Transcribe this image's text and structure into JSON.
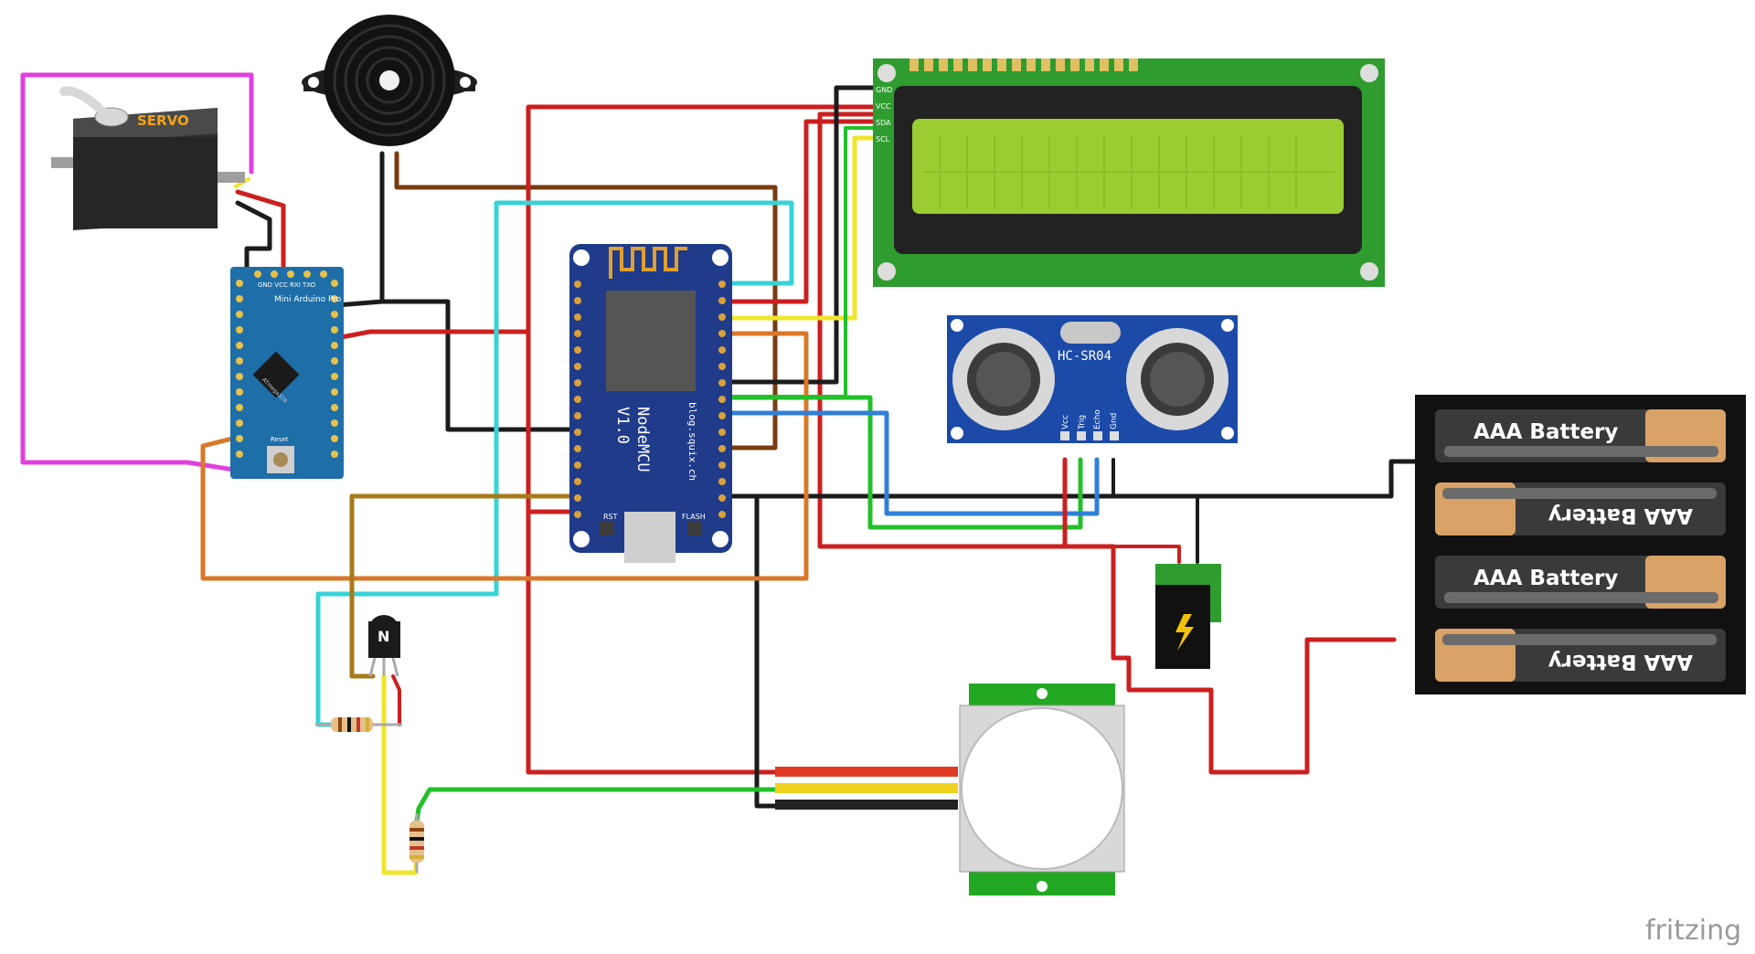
{
  "components": {
    "servo": {
      "label": "SERVO"
    },
    "arduino": {
      "pins_top": "GND VCC RXI TXO",
      "label": "Mini\nArduino Pro",
      "chip": "ATmega328",
      "reset": "Reset"
    },
    "nodemcu": {
      "name": "NodeMCU",
      "version": "V1.0",
      "url": "blog.squix.ch",
      "rst": "RST",
      "flash": "FLASH"
    },
    "lcd": {
      "pins": [
        "GND",
        "VCC",
        "SDA",
        "SCL"
      ]
    },
    "ultrasonic": {
      "model": "HC-SR04",
      "pins": [
        "Vcc",
        "Trig",
        "Echo",
        "Gnd"
      ]
    },
    "transistor": {
      "label": "N"
    },
    "battery": {
      "cells": [
        "AAA Battery",
        "AAA Battery",
        "AAA Battery",
        "AAA Battery"
      ]
    }
  },
  "brand": "fritzing",
  "colors": {
    "red": "#cc1f1f",
    "black": "#1b1b1b",
    "cyan": "#37d3d6",
    "brown": "#7a3b10",
    "orange": "#d9782a",
    "olive": "#a87a1a",
    "yellow": "#f0e62a",
    "green": "#22c02a",
    "blue": "#2f7fd8",
    "magenta": "#e040e0",
    "lcd_board": "#2e9c2e",
    "lcd_screen": "#9acd32",
    "nodemcu": "#1f3b8a",
    "arduino": "#1e6ea8",
    "ultrasonic": "#1c4aa8"
  }
}
